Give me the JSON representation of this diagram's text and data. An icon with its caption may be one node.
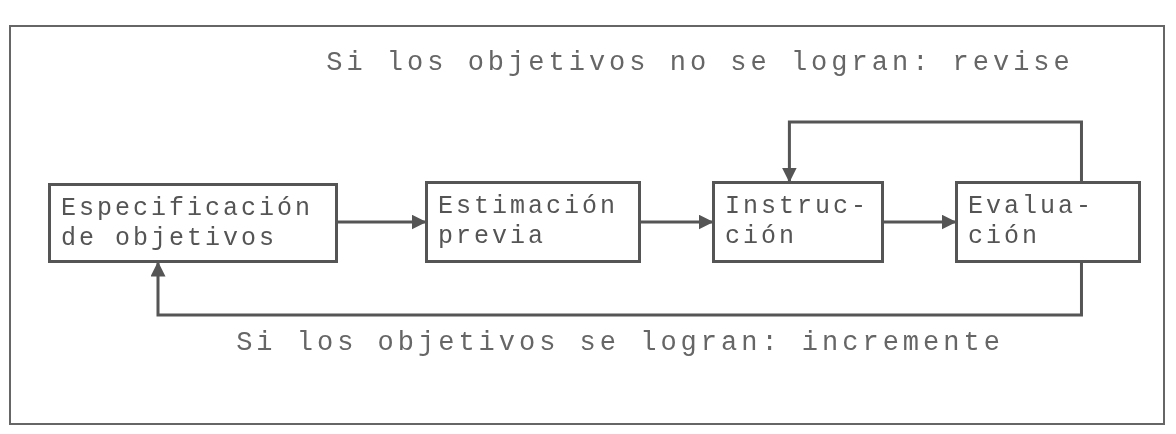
{
  "diagram": {
    "nodes": [
      {
        "text": [
          "Especificación de objetivos"
        ]
      },
      {
        "text": [
          "Estimación previa"
        ]
      },
      {
        "text": [
          "Instruc- ción"
        ]
      },
      {
        "text": [
          "Evalua- ción"
        ]
      }
    ],
    "edges": [
      {
        "from": 0,
        "to": 1,
        "arrow": "to"
      },
      {
        "from": 1,
        "to": 2,
        "arrow": "to"
      },
      {
        "from": 2,
        "to": 3,
        "arrow": "to"
      },
      {
        "from": 3,
        "to": 2,
        "arrow": "to",
        "label": "Si los objetivos no se logran: revise"
      },
      {
        "from": 3,
        "to": 0,
        "arrow": "to",
        "label": "Si los objetivos se logran: incremente"
      }
    ]
  }
}
